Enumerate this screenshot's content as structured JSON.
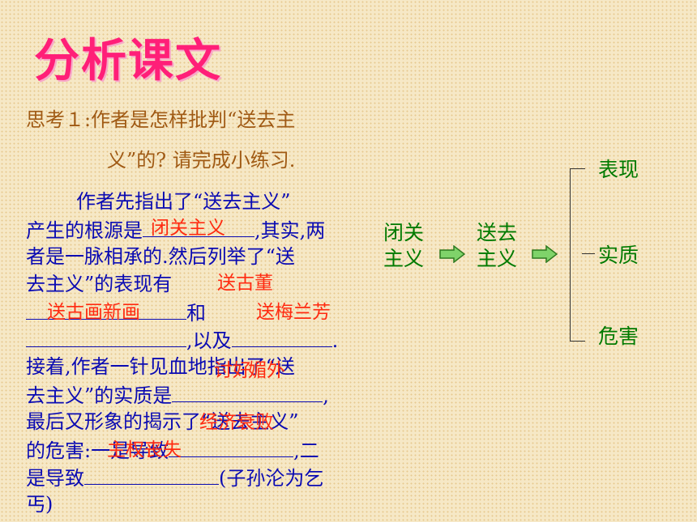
{
  "title": "分析课文",
  "question": {
    "line1": "思考１:作者是怎样批判“送去主",
    "line2": "义”的? 请完成小练习."
  },
  "exercise": {
    "l1": "作者先指出了“送去主义”",
    "l2_a": "产生的根源是",
    "l2_b": ",其实,两",
    "l3": "者是一脉相承的.然后列举了“送",
    "l4": "去主义”的表现有",
    "l5": "和",
    "l6": ",以及",
    "l6_end": ".",
    "l7_a": "接着,作者一针见血地指出了“送",
    "l8_a": "去主义”的实质是",
    "l8_end": ",",
    "l9": "最后又形象的揭示了“送去主义”",
    "l10_a": "的危害:一是导致",
    "l10_b": ",二",
    "l11_a": "是导致",
    "l11_b": "(子孙沦为乞",
    "l12": "丐)"
  },
  "answers": {
    "root": "闭关主义",
    "manifest1": "送古董",
    "manifest2": "送古画新画",
    "manifest3": "送梅兰芳",
    "essence": "媚外",
    "essence_overlap": "讨好",
    "harm1": "经济衰败",
    "harm2": "主权丧失"
  },
  "diagram": {
    "left_line1": "闭关",
    "left_line2": "主义",
    "mid_line1": "送去",
    "mid_line2": "主义",
    "branch_top": "表现",
    "branch_mid": "实质",
    "branch_bottom": "危害"
  },
  "colors": {
    "title": "#ff1f78",
    "question": "#a05a14",
    "body": "#0b0bb3",
    "answer": "#ff2a10",
    "diagram": "#007a00"
  }
}
